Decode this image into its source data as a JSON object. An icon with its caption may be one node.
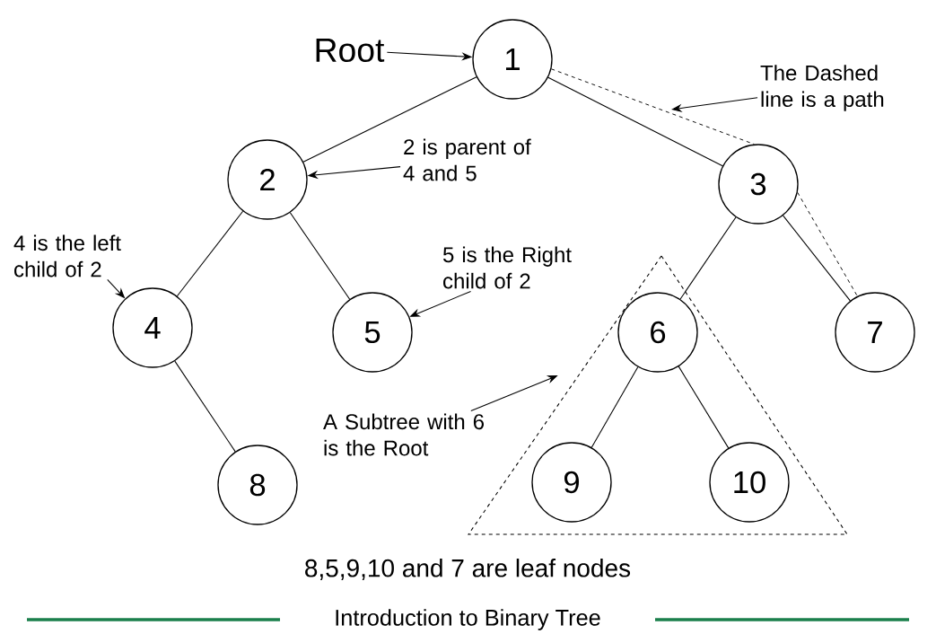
{
  "diagram": {
    "caption": "Introduction to Binary Tree",
    "nodes": [
      {
        "text": [
          "1"
        ]
      },
      {
        "text": [
          "2"
        ]
      },
      {
        "text": [
          "3"
        ]
      },
      {
        "text": [
          "4"
        ]
      },
      {
        "text": [
          "5"
        ]
      },
      {
        "text": [],
        "shape": "triangle"
      },
      {
        "text": [
          "6"
        ],
        "in": 5
      },
      {
        "text": [
          "7"
        ]
      },
      {
        "text": [
          "8"
        ]
      },
      {
        "text": [
          "9"
        ],
        "in": 5
      },
      {
        "text": [
          "10"
        ],
        "in": 5
      },
      {
        "text": [
          "Root"
        ]
      },
      {
        "text": [
          "The Dashed line is a path"
        ]
      },
      {
        "text": [
          "2 is parent of 4 and 5"
        ]
      },
      {
        "text": [
          "4 is the left child of 2"
        ]
      },
      {
        "text": [
          "5 is the Right child of 2"
        ]
      },
      {
        "text": [
          "A Subtree with 6 is the Root"
        ]
      }
    ],
    "edges": [
      {
        "from": 0,
        "to": 1,
        "arrow": "none"
      },
      {
        "from": 0,
        "to": 2,
        "arrow": "none"
      },
      {
        "from": 1,
        "to": 3,
        "arrow": "none"
      },
      {
        "from": 1,
        "to": 4,
        "arrow": "none"
      },
      {
        "from": 3,
        "to": 8,
        "arrow": "none"
      },
      {
        "from": 2,
        "to": 6,
        "arrow": "none"
      },
      {
        "from": 2,
        "to": 7,
        "arrow": "none"
      },
      {
        "from": 6,
        "to": 9,
        "arrow": "none"
      },
      {
        "from": 6,
        "to": 10,
        "arrow": "none"
      },
      {
        "from": 0,
        "to": 2,
        "arrow": "none",
        "style": "dashed"
      },
      {
        "from": 2,
        "to": 7,
        "arrow": "none",
        "style": "dashed"
      },
      {
        "from": 11,
        "to": 0,
        "arrow": "to"
      },
      {
        "from": 12,
        "to": null,
        "arrow": "to"
      },
      {
        "from": 13,
        "to": 1,
        "arrow": "to"
      },
      {
        "from": 14,
        "to": 3,
        "arrow": "to"
      },
      {
        "from": 15,
        "to": 4,
        "arrow": "to"
      },
      {
        "from": 16,
        "to": 5,
        "arrow": "to"
      }
    ],
    "labels": [
      "8,5,9,10 and 7 are leaf nodes"
    ]
  }
}
